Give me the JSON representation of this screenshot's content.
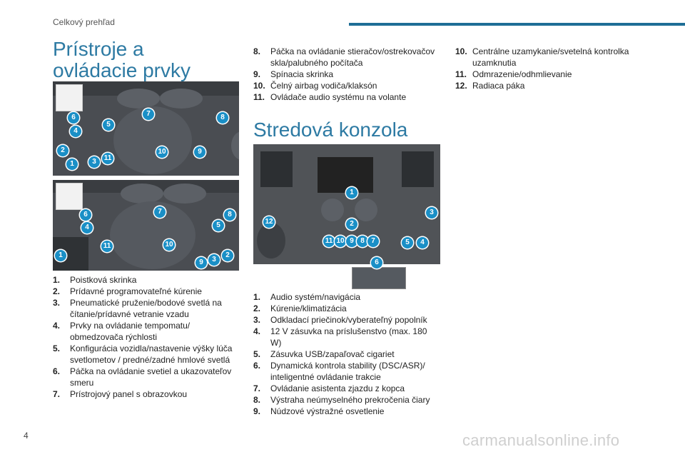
{
  "header": {
    "section": "Celkový prehľad"
  },
  "page_number": "4",
  "section1": {
    "title": "Prístroje a ovládacie prvky"
  },
  "section2": {
    "title": "Stredová konzola"
  },
  "photo_top": {
    "badges": [
      "6",
      "7",
      "8",
      "5",
      "4",
      "2",
      "3",
      "11",
      "10",
      "9",
      "1"
    ]
  },
  "photo_mid": {
    "badges": [
      "7",
      "6",
      "8",
      "4",
      "5",
      "11",
      "10",
      "9",
      "3",
      "2",
      "1"
    ]
  },
  "photo_console": {
    "badges": [
      "1",
      "12",
      "2",
      "3",
      "11",
      "10",
      "9",
      "8",
      "7",
      "5",
      "4",
      "6"
    ]
  },
  "list_left": [
    {
      "n": "1.",
      "t": "Poistková skrinka"
    },
    {
      "n": "2.",
      "t": "Prídavné programovateľné kúrenie"
    },
    {
      "n": "3.",
      "t": "Pneumatické pruženie/bodové svetlá na čítanie/prídavné vetranie vzadu"
    },
    {
      "n": "4.",
      "t": "Prvky na ovládanie tempomatu/ obmedzovača rýchlosti"
    },
    {
      "n": "5.",
      "t": "Konfigurácia vozidla/nastavenie výšky lúča svetlometov / predné/zadné hmlové svetlá"
    },
    {
      "n": "6.",
      "t": "Páčka na ovládanie svetiel a ukazovateľov smeru"
    },
    {
      "n": "7.",
      "t": "Prístrojový panel s obrazovkou"
    }
  ],
  "list_mid_top": [
    {
      "n": "8.",
      "t": "Páčka na ovládanie stieračov/ostrekovačov skla/palubného počítača"
    },
    {
      "n": "9.",
      "t": "Spínacia skrinka"
    },
    {
      "n": "10.",
      "t": "Čelný airbag vodiča/klaksón"
    },
    {
      "n": "11.",
      "t": "Ovládače audio systému na volante"
    }
  ],
  "list_mid_bottom": [
    {
      "n": "1.",
      "t": "Audio systém/navigácia"
    },
    {
      "n": "2.",
      "t": "Kúrenie/klimatizácia"
    },
    {
      "n": "3.",
      "t": "Odkladací priečinok/vyberateľný popolník"
    },
    {
      "n": "4.",
      "t": "12 V zásuvka na príslušenstvo (max. 180 W)"
    },
    {
      "n": "5.",
      "t": "Zásuvka USB/zapaľovač cigariet"
    },
    {
      "n": "6.",
      "t": "Dynamická kontrola stability (DSC/ASR)/ inteligentné ovládanie trakcie"
    },
    {
      "n": "7.",
      "t": "Ovládanie asistenta zjazdu z kopca"
    },
    {
      "n": "8.",
      "t": "Výstraha neúmyselného prekročenia čiary"
    },
    {
      "n": "9.",
      "t": "Núdzové výstražné osvetlenie"
    }
  ],
  "list_right": [
    {
      "n": "10.",
      "t": "Centrálne uzamykanie/svetelná kontrolka uzamknutia"
    },
    {
      "n": "11.",
      "t": "Odmrazenie/odhmlievanie"
    },
    {
      "n": "12.",
      "t": "Radiaca páka"
    }
  ],
  "watermark": "carmanualsonline.info",
  "colors": {
    "accent": "#2d7aa3",
    "badge": "#1a8fc6",
    "header_bar": "#1f6e96"
  }
}
